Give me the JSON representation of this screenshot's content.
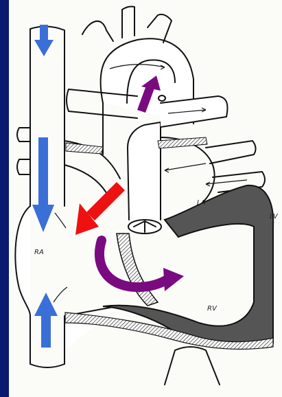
{
  "labels": {
    "right_atrium": "RA",
    "left_atrium": "LA",
    "right_ventricle": "RV",
    "left_ventricle": "LV"
  },
  "arrows": {
    "svc_inflow_color": "#3a6fd8",
    "ivc_inflow_color": "#3a6fd8",
    "ra_shunt_color": "#ee1111",
    "rv_outflow_color": "#7a0a80",
    "aortic_flow_color": "#7a0a80"
  },
  "colors": {
    "border": "#0a1a6e",
    "paper": "#fbfbf8",
    "ink": "#111111",
    "myocardium_fill": "#555555"
  }
}
